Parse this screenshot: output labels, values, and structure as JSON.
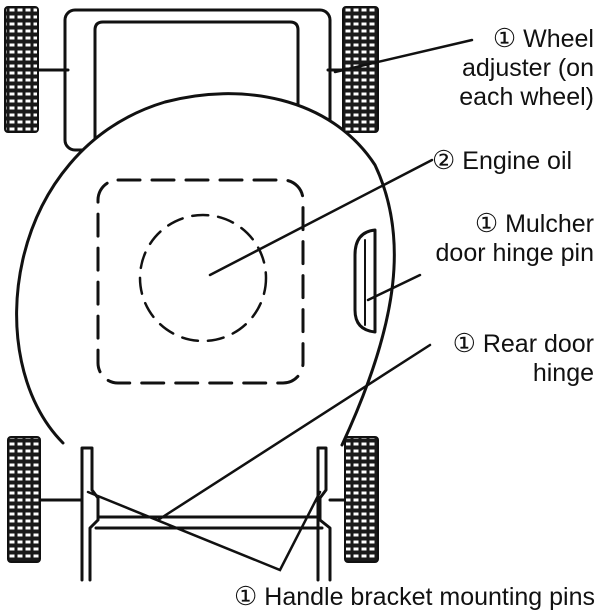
{
  "labels": {
    "wheel_adjuster": {
      "number": "①",
      "lines": [
        "Wheel",
        "adjuster (on",
        "each wheel)"
      ]
    },
    "engine_oil": {
      "number": "②",
      "text": "Engine oil"
    },
    "mulcher_door": {
      "number": "①",
      "lines": [
        "Mulcher",
        "door hinge pin"
      ]
    },
    "rear_door": {
      "number": "①",
      "lines": [
        "Rear door",
        "hinge"
      ]
    },
    "handle_bracket": {
      "number": "①",
      "text": "Handle bracket mounting pins"
    }
  },
  "colors": {
    "ink": "#111111",
    "wheel_fill": "#1a1a1a",
    "background": "#ffffff"
  }
}
